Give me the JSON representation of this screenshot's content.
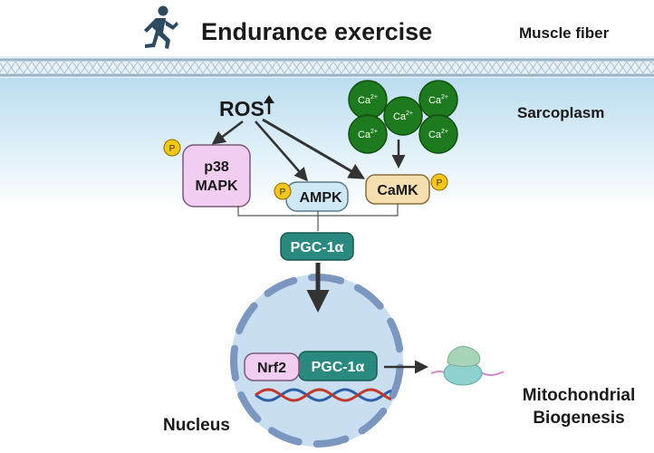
{
  "title": "Endurance exercise",
  "compartments": {
    "muscle_fiber": "Muscle fiber",
    "sarcoplasm": "Sarcoplasm",
    "nucleus": "Nucleus"
  },
  "ros": {
    "label": "ROS",
    "arrow": "up-arrow"
  },
  "calcium": {
    "ions": [
      {
        "base": "Ca",
        "charge": "2+"
      },
      {
        "base": "Ca",
        "charge": "2+"
      },
      {
        "base": "Ca",
        "charge": "2+"
      },
      {
        "base": "Ca",
        "charge": "2+"
      },
      {
        "base": "Ca",
        "charge": "2+"
      }
    ],
    "color": "#1e7a1e"
  },
  "kinases": {
    "p38": {
      "line1": "p38",
      "line2": "MAPK",
      "color": "#f2cdf2"
    },
    "ampk": {
      "label": "AMPK",
      "color": "#cfe8f5"
    },
    "camk": {
      "label": "CaMK",
      "color": "#f5dfb0"
    },
    "phospho_label": "P",
    "phospho_color": "#f5c518"
  },
  "pgc_cytoplasm": {
    "label": "PGC-1α",
    "color": "#2a8a80"
  },
  "nuclear_complex": {
    "nrf2": {
      "label": "Nrf2",
      "color": "#f2cdf2"
    },
    "pgc": {
      "label": "PGC-1α",
      "color": "#2a8a80"
    }
  },
  "outcome": {
    "line1": "Mitochondrial",
    "line2": "Biogenesis"
  },
  "icons": {
    "runner": "runner-icon",
    "ribosome": "ribosome-icon",
    "dna": "dna-icon"
  }
}
